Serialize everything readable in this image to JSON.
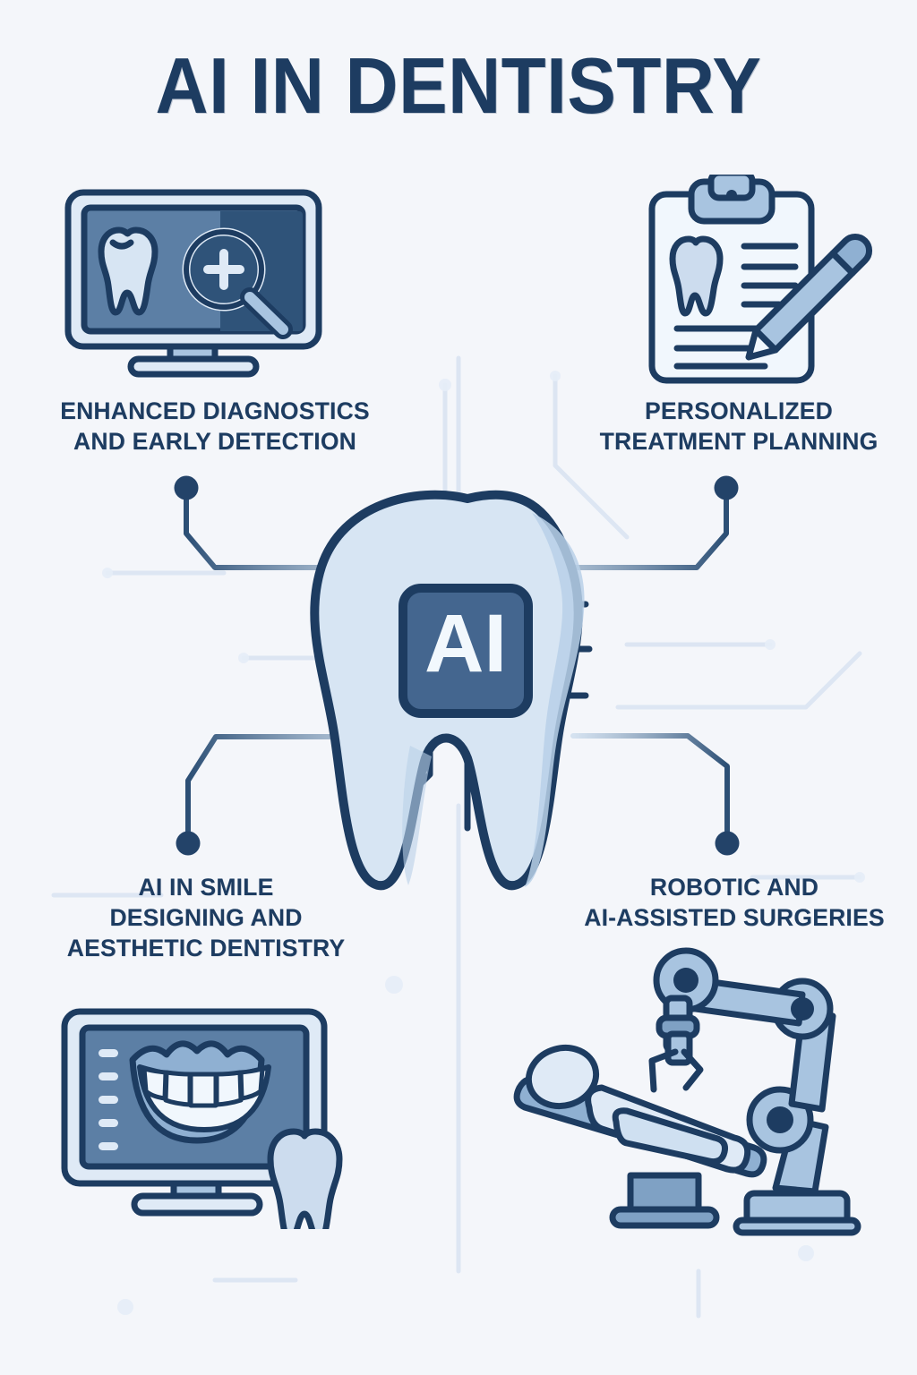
{
  "poster": {
    "title": "AI IN DENTISTRY",
    "background_color": "#f4f6fa",
    "ink_color": "#1d3c61",
    "accent_color": "#44668f",
    "light_fill": "#ccdcee"
  },
  "center": {
    "name": "tooth-with-ai-chip",
    "chip_label": "AI",
    "chip_fill": "#44668f",
    "tooth_fill": "#d7e5f3"
  },
  "nodes": [
    {
      "id": "enhanced-diagnostics",
      "label": "ENHANCED DIAGNOSTICS\nAND EARLY DETECTION",
      "position": "top-left",
      "icon": "monitor-xray-magnifier-icon"
    },
    {
      "id": "personalized-treatment",
      "label": "PERSONALIZED\nTREATMENT PLANNING",
      "position": "top-right",
      "icon": "clipboard-tooth-pencil-icon"
    },
    {
      "id": "smile-designing",
      "label": "AI IN SMILE\nDESIGNING  AND\nAESTHETIC DENTISTRY",
      "position": "bottom-left",
      "icon": "monitor-smile-tooth-icon"
    },
    {
      "id": "robotic-surgeries",
      "label": "ROBOTIC AND\nAI-ASSISTED SURGERIES",
      "position": "bottom-right",
      "icon": "robot-arm-dental-chair-icon"
    }
  ]
}
